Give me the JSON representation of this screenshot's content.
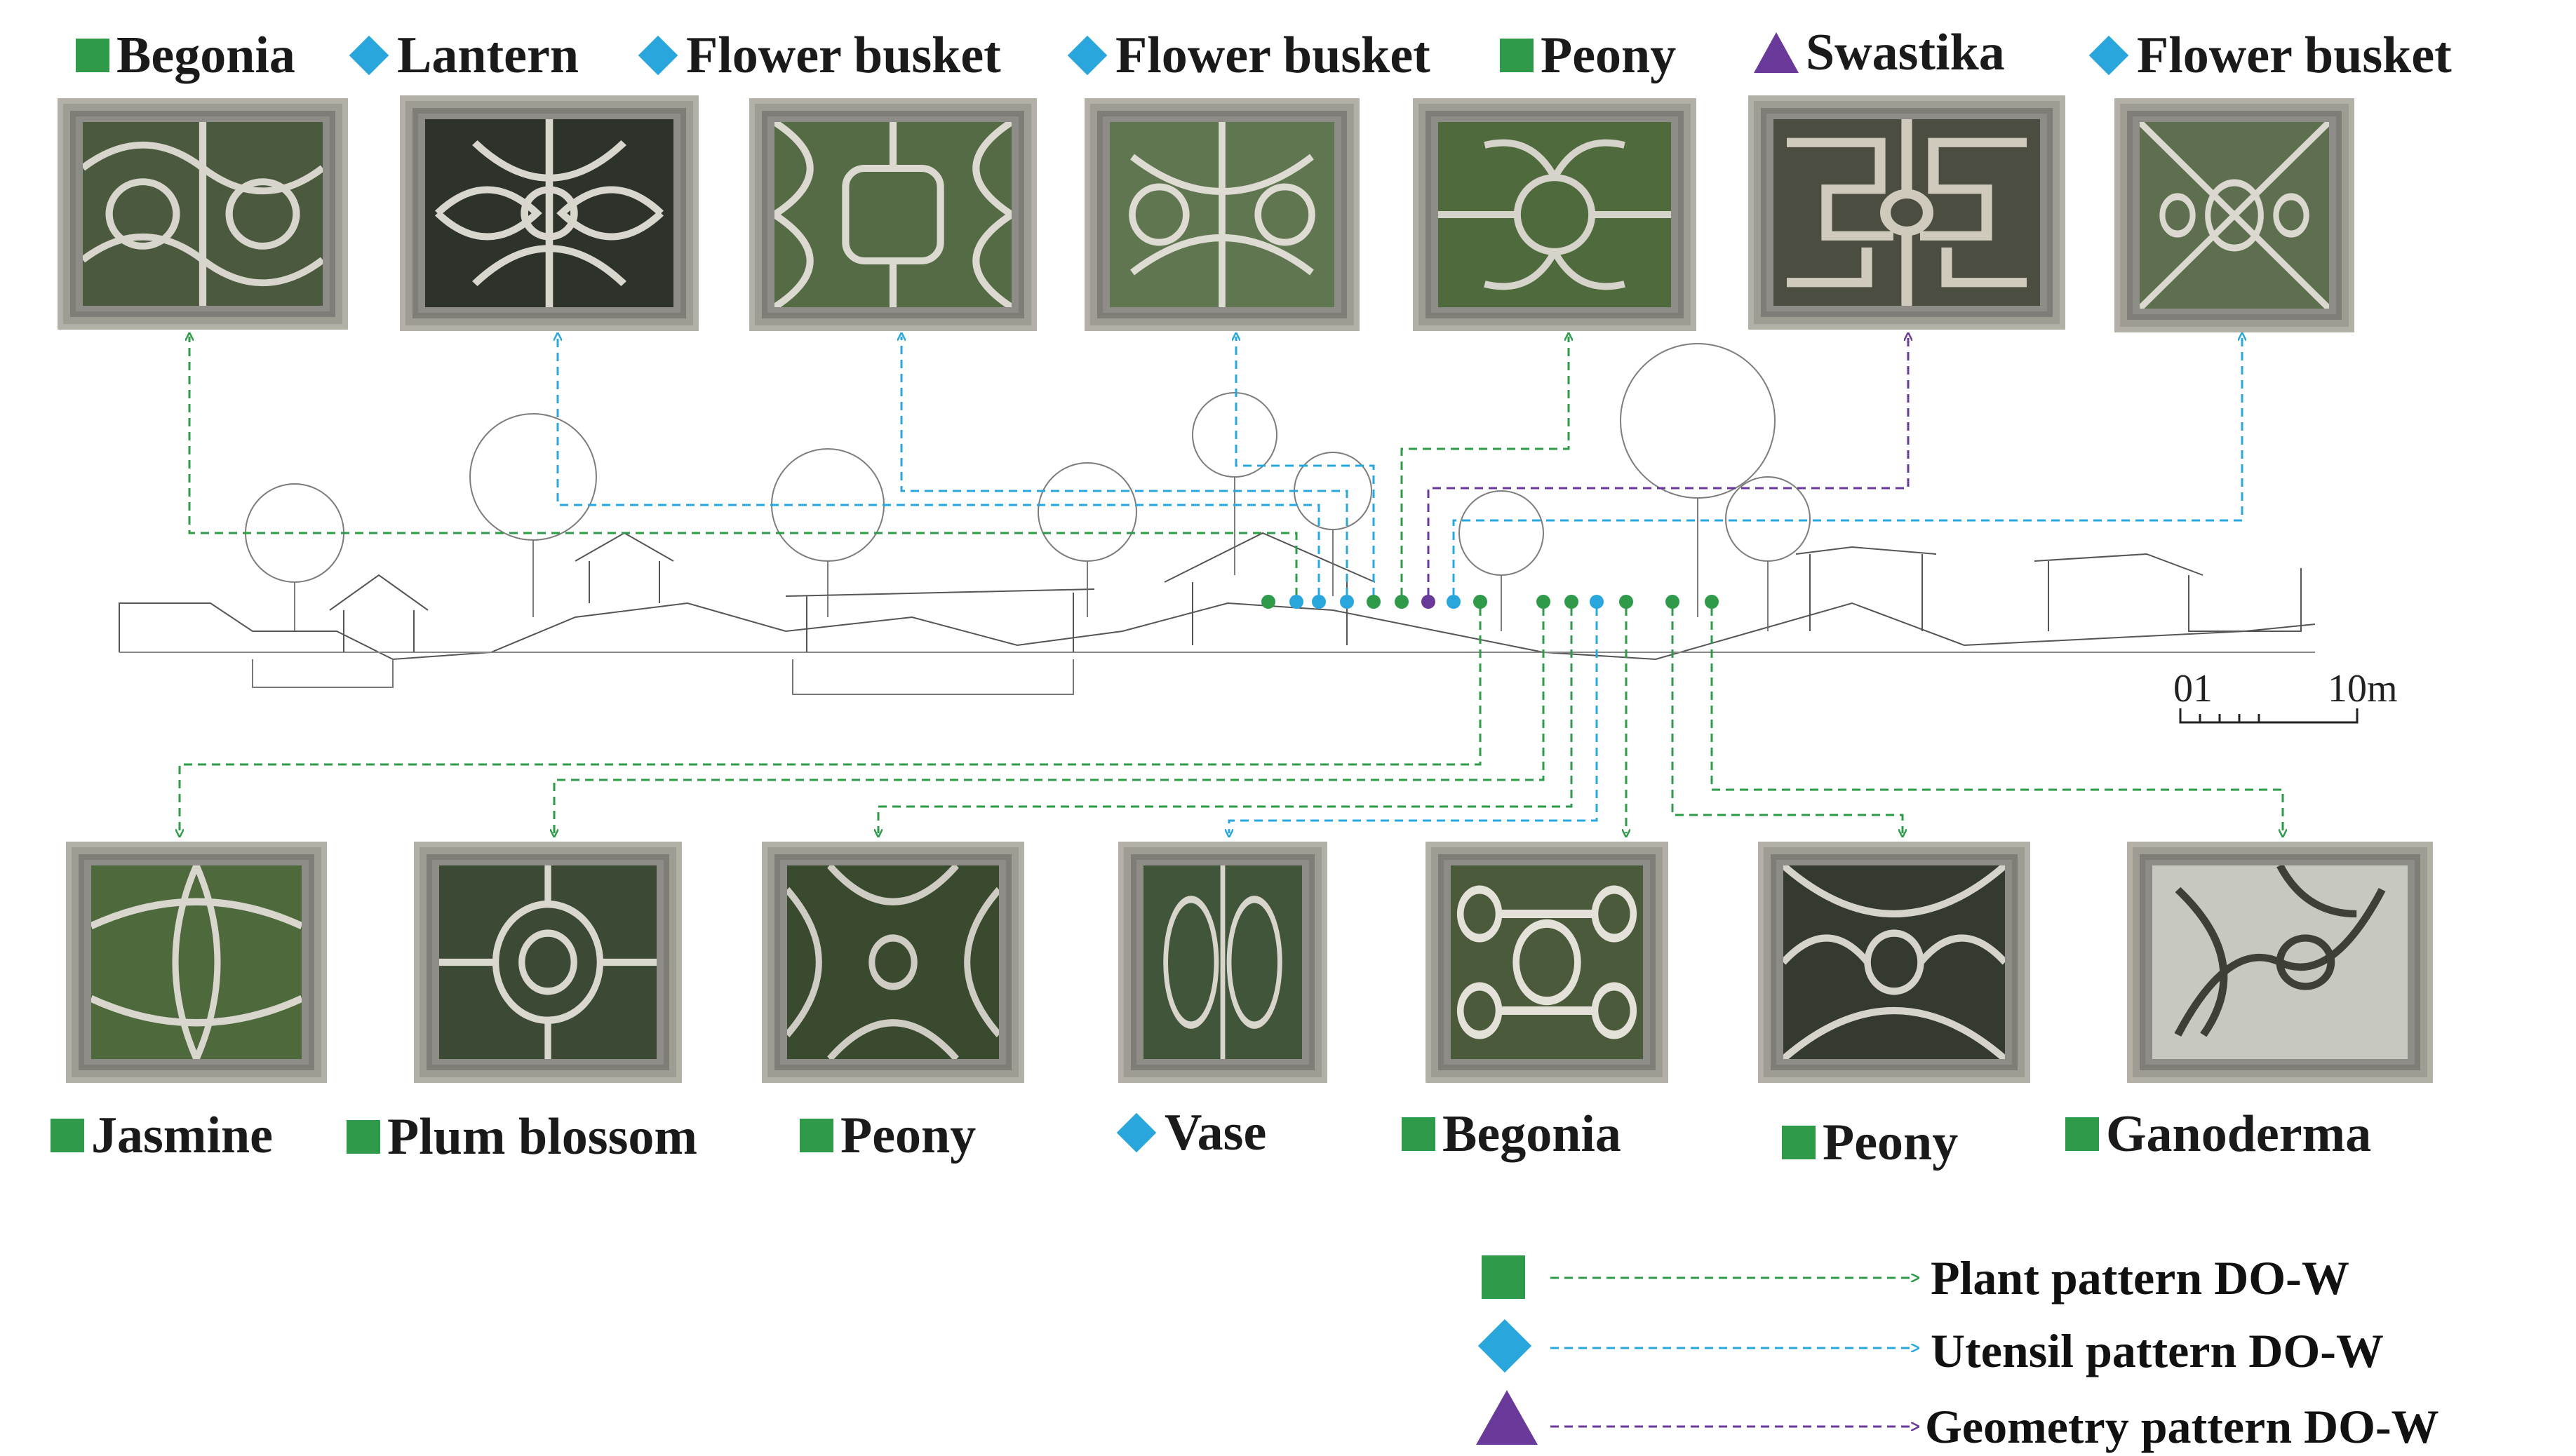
{
  "top_labels": [
    {
      "text": "Begonia",
      "shape": "square"
    },
    {
      "text": "Lantern",
      "shape": "diamond"
    },
    {
      "text": "Flower busket",
      "shape": "diamond"
    },
    {
      "text": "Flower busket",
      "shape": "diamond"
    },
    {
      "text": "Peony",
      "shape": "square"
    },
    {
      "text": "Swastika",
      "shape": "triangle"
    },
    {
      "text": "Flower busket",
      "shape": "diamond"
    }
  ],
  "bottom_labels": [
    {
      "text": "Jasmine",
      "shape": "square"
    },
    {
      "text": "Plum blossom",
      "shape": "square"
    },
    {
      "text": "Peony",
      "shape": "square"
    },
    {
      "text": "Vase",
      "shape": "diamond"
    },
    {
      "text": "Begonia",
      "shape": "square"
    },
    {
      "text": "Peony",
      "shape": "square"
    },
    {
      "text": "Ganoderma",
      "shape": "square"
    }
  ],
  "scale_bar": {
    "start": "01",
    "end": "10m"
  },
  "legend": [
    {
      "shape": "square",
      "text": "Plant pattern DO-W",
      "color": "#2e9a4a"
    },
    {
      "shape": "diamond",
      "text": "Utensil pattern DO-W",
      "color": "#29a7dc"
    },
    {
      "shape": "triangle",
      "text": "Geometry pattern DO-W",
      "color": "#6a3a9a"
    }
  ],
  "colors": {
    "plant": "#2e9a4a",
    "utensil": "#29a7dc",
    "geometry": "#6a3a9a"
  }
}
